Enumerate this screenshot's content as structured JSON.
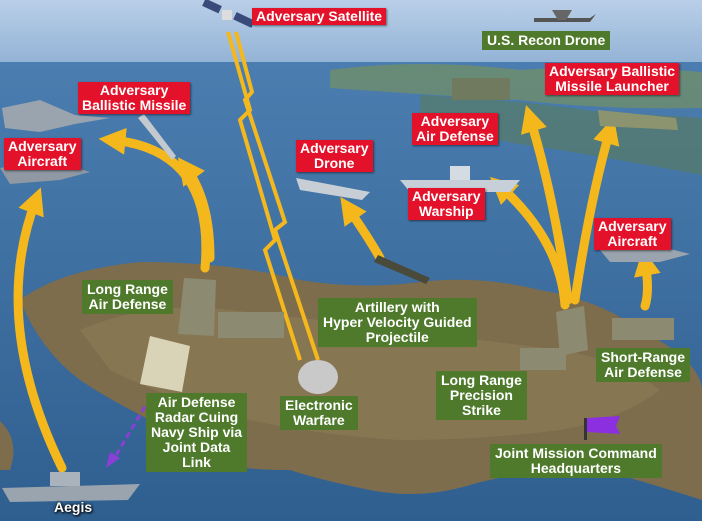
{
  "labels": {
    "adversary_satellite": "Adversary Satellite",
    "recon_drone": "U.S. Recon Drone",
    "ballistic_launcher": [
      "Adversary Ballistic",
      "Missile Launcher"
    ],
    "ballistic_missile": [
      "Adversary",
      "Ballistic Missile"
    ],
    "aircraft_left": [
      "Adversary",
      "Aircraft"
    ],
    "drone": [
      "Adversary",
      "Drone"
    ],
    "air_defense": [
      "Adversary",
      "Air Defense"
    ],
    "warship": [
      "Adversary",
      "Warship"
    ],
    "aircraft_right": [
      "Adversary",
      "Aircraft"
    ],
    "long_range_ad": [
      "Long Range",
      "Air Defense"
    ],
    "artillery": [
      "Artillery with",
      "Hyper Velocity Guided",
      "Projectile"
    ],
    "short_range_ad": [
      "Short-Range",
      "Air Defense"
    ],
    "radar": [
      "Air Defense",
      "Radar Cuing",
      "Navy Ship via",
      "Joint Data",
      "Link"
    ],
    "ew": [
      "Electronic",
      "Warfare"
    ],
    "lrps": [
      "Long Range",
      "Precision",
      "Strike"
    ],
    "jmch": [
      "Joint Mission Command",
      "Headquarters"
    ],
    "aegis": "Aegis"
  },
  "colors": {
    "adversary_box": "#e3122a",
    "friendly_box": "#4f7a2c",
    "arrow": "#f5b81c",
    "sea": "#3d6f9e",
    "land": "#7a6a4a"
  }
}
